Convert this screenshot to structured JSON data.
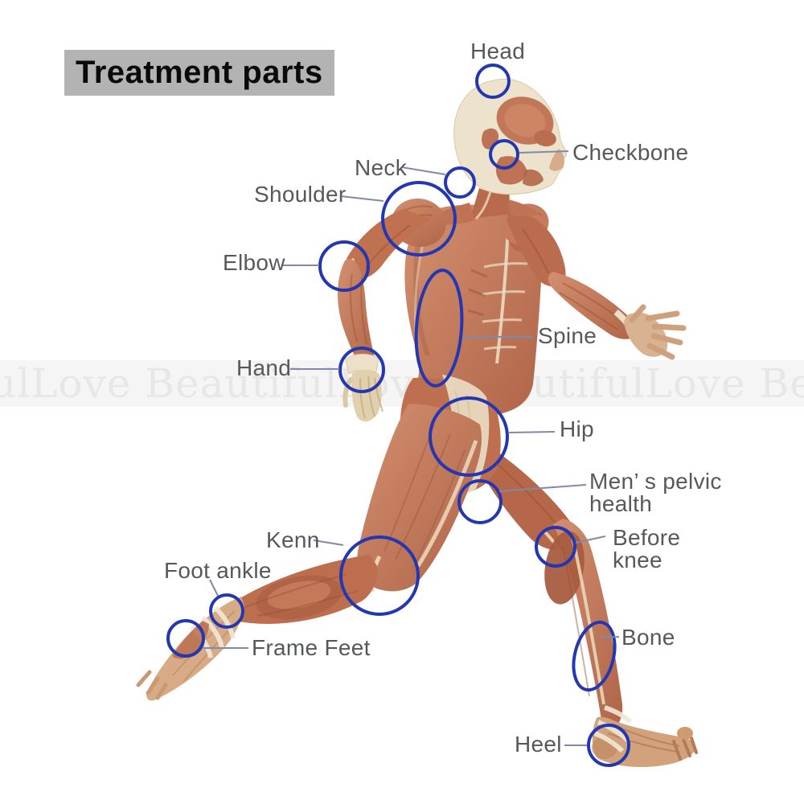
{
  "title": "Treatment parts",
  "watermark": "ulLove BeautifulLove BeautifulLove BeautifulLo",
  "colors": {
    "circle": "#2337b3",
    "leader": "#8089a9",
    "label_text": "#57585a",
    "title_bg": "#b3b3b3",
    "title_text": "#0a0a0a",
    "watermark_text": "#e7e7e7",
    "muscle_base": "#c57d5e",
    "tendon_cream": "#ecdcc0"
  },
  "labels": {
    "head": "Head",
    "checkbone": "Checkbone",
    "neck": "Neck",
    "shoulder": "Shoulder",
    "elbow": "Elbow",
    "spine": "Spine",
    "hand": "Hand",
    "hip": "Hip",
    "pelvic_line1": "Men’ s pelvic",
    "pelvic_line2": "health",
    "kenn": "Kenn",
    "before_knee_line1": "Before",
    "before_knee_line2": "knee",
    "foot_ankle": "Foot ankle",
    "frame_feet": "Frame Feet",
    "bone": "Bone",
    "heel": "Heel"
  }
}
